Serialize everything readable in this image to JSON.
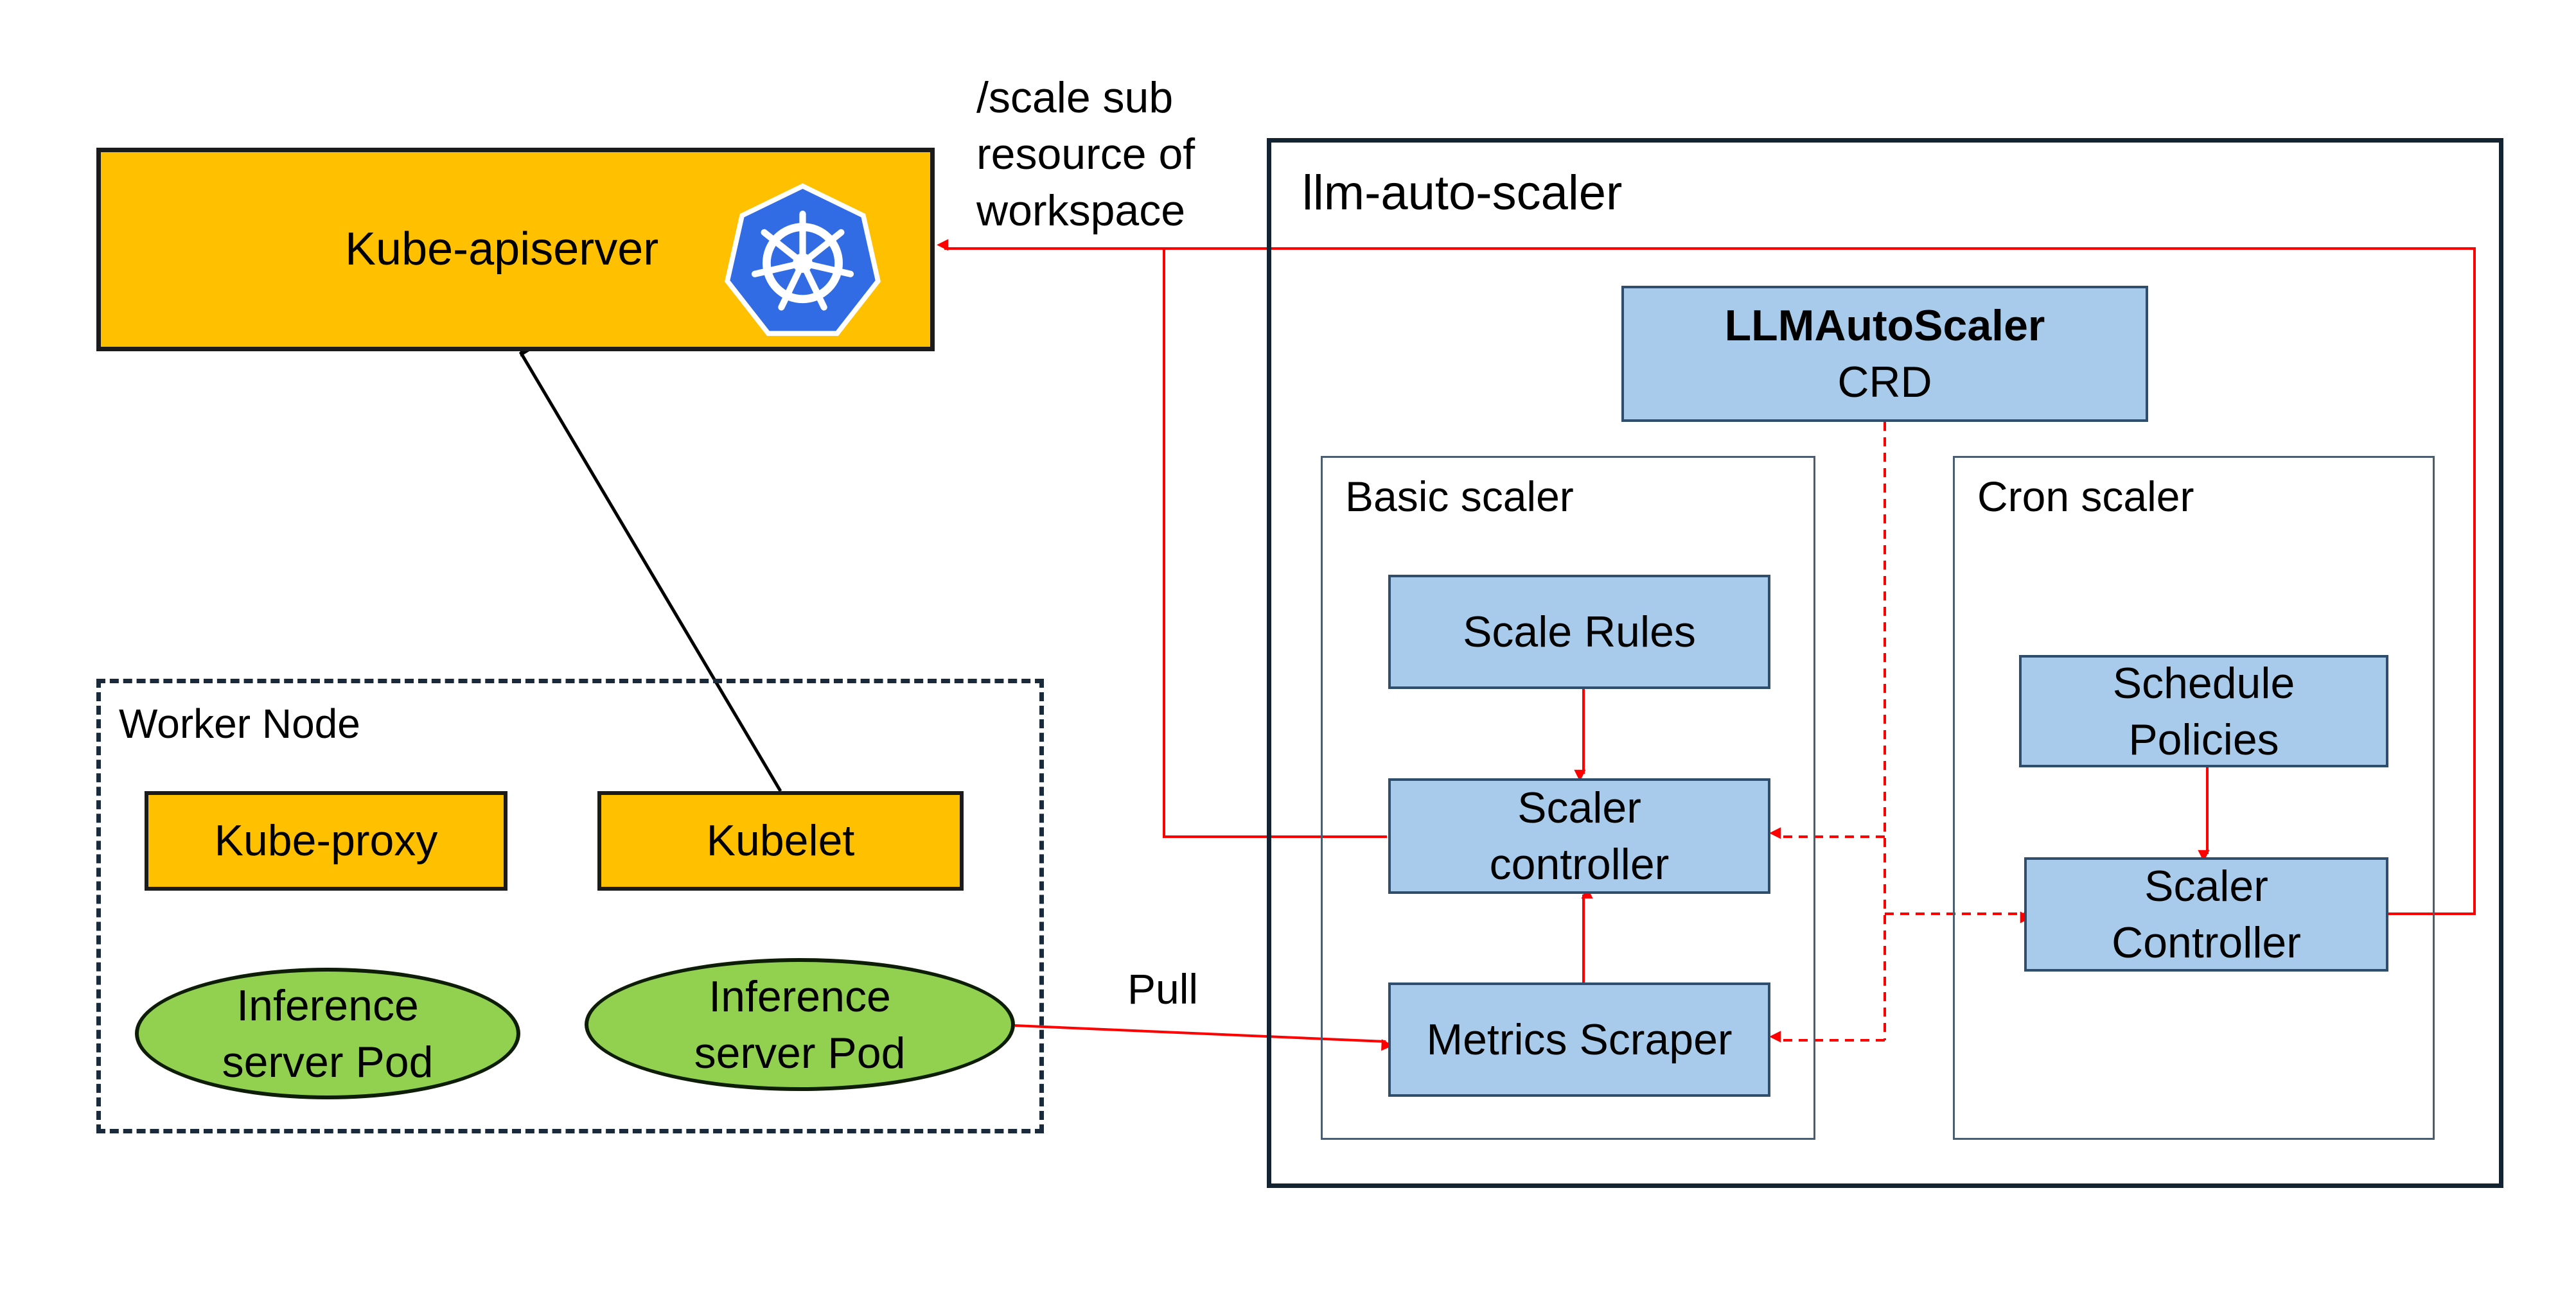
{
  "kube_apiserver": {
    "label": "Kube-apiserver"
  },
  "scale_note": {
    "lines": [
      "/scale sub",
      "resource of",
      "workspace"
    ]
  },
  "worker_node": {
    "title": "Worker Node",
    "kube_proxy": "Kube-proxy",
    "kubelet": "Kubelet",
    "pod1": [
      "Inference",
      "server Pod"
    ],
    "pod2": [
      "Inference",
      "server Pod"
    ]
  },
  "pull_label": "Pull",
  "llm_auto_scaler": {
    "title": "llm-auto-scaler",
    "crd": {
      "name": "LLMAutoScaler",
      "kind": "CRD"
    },
    "basic_scaler": {
      "title": "Basic scaler",
      "scale_rules": "Scale Rules",
      "scaler_controller": [
        "Scaler",
        "controller"
      ],
      "metrics_scraper": "Metrics Scraper"
    },
    "cron_scaler": {
      "title": "Cron scaler",
      "schedule_policies": [
        "Schedule",
        "Policies"
      ],
      "scaler_controller": [
        "Scaler",
        "Controller"
      ]
    }
  },
  "colors": {
    "apiserver_fill": "#FFC000",
    "component_fill": "#A9CBEB",
    "pod_fill": "#92D050",
    "flow_arrow": "#FF0000",
    "kubernetes_logo": "#326CE5"
  },
  "icons": [
    "kubernetes-helm-icon"
  ]
}
